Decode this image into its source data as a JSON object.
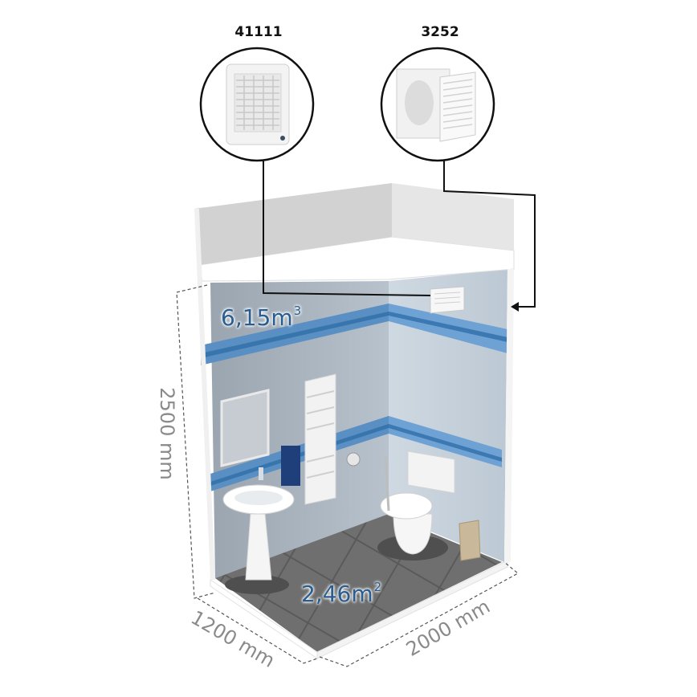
{
  "products": [
    {
      "code": "41111",
      "icon": "axial-fan-icon"
    },
    {
      "code": "3252",
      "icon": "wall-duct-grille-icon"
    }
  ],
  "room": {
    "volume_value": "6,15m",
    "volume_exp": "3",
    "area_value": "2,46m",
    "area_exp": "2",
    "height": "2500 mm",
    "depth": "1200 mm",
    "width": "2000 mm"
  },
  "colors": {
    "tile_dark": "#2f6ea8",
    "tile_light": "#7fb0dc",
    "text_measure": "#2a5d8f",
    "dimension_text": "#8a8a8a",
    "floor": "#6b6b6b"
  }
}
